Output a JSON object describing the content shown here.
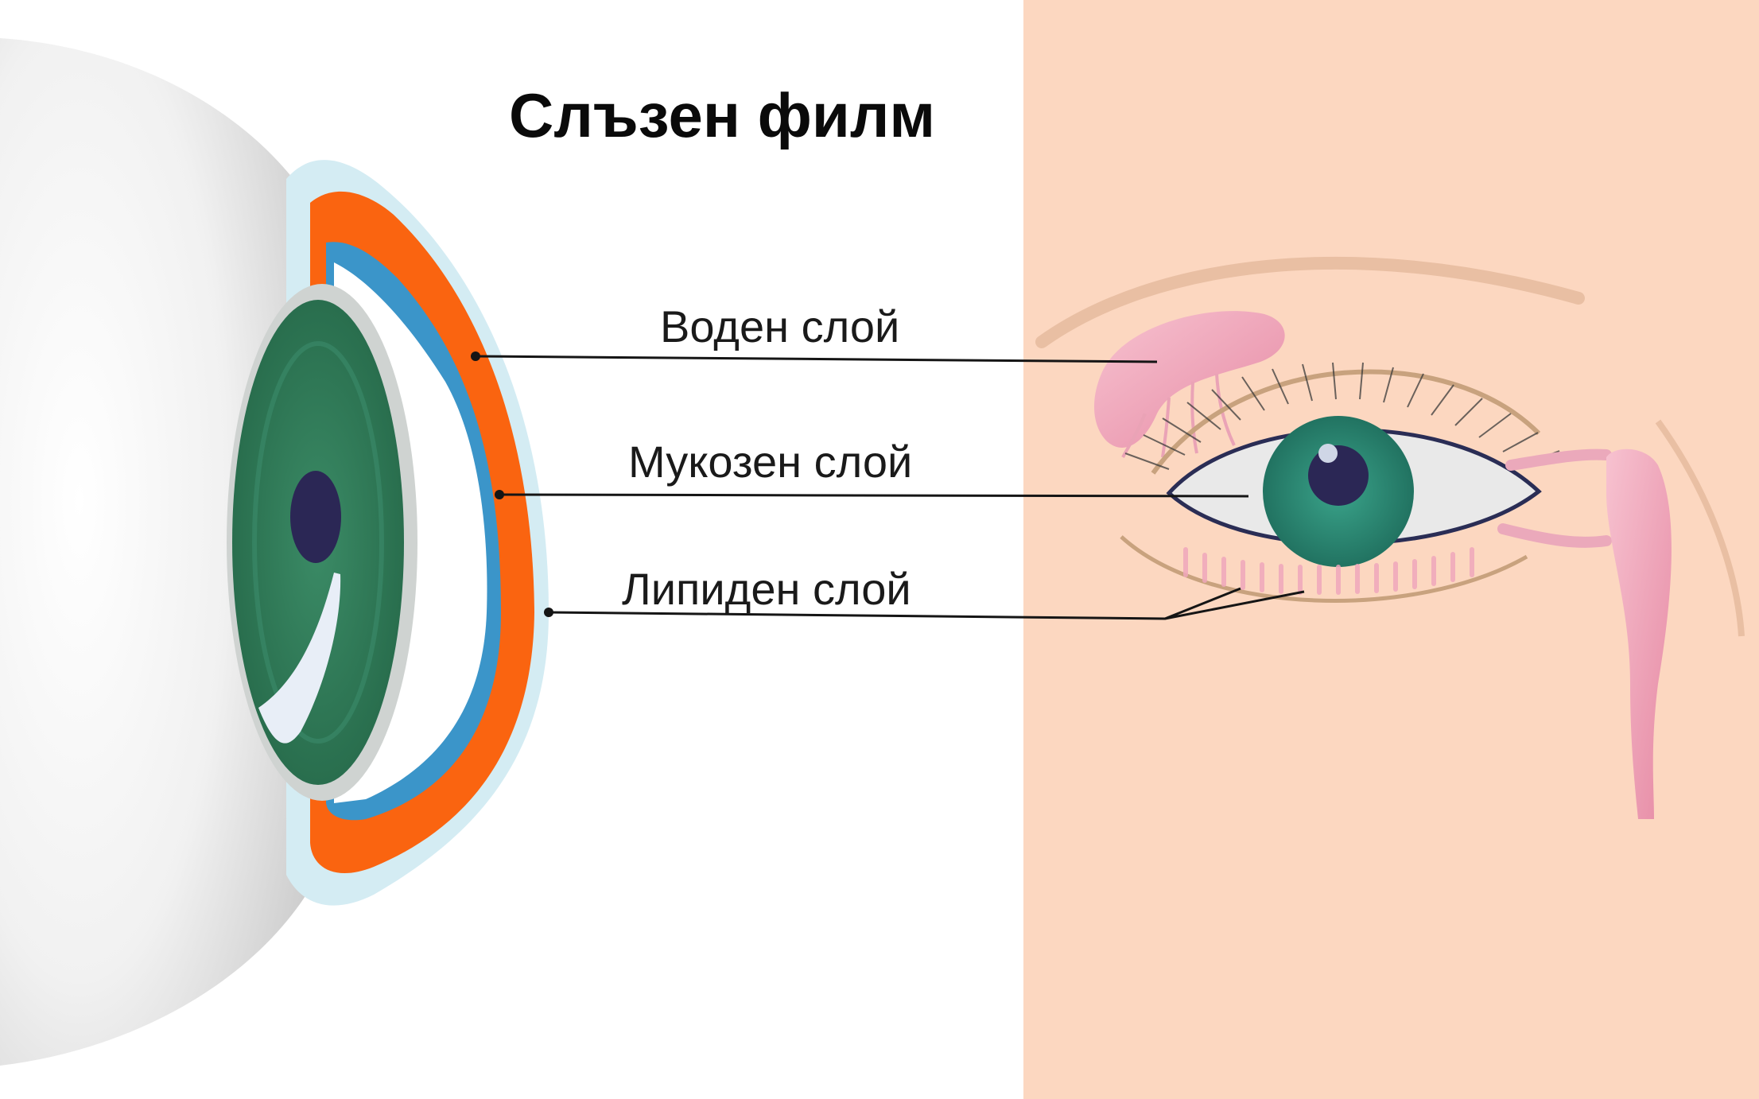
{
  "title": "Слъзен филм",
  "layers": [
    {
      "id": "water",
      "label": "Воден слой",
      "color": "#fa6410"
    },
    {
      "id": "mucin",
      "label": "Мукозен слой",
      "color": "#3b95c9"
    },
    {
      "id": "lipid",
      "label": "Липиден слой",
      "color": "#d4ecf3"
    }
  ],
  "colors": {
    "skin": "#fcd7c0",
    "iris": "#2e7a5a",
    "pupil": "#2b2755",
    "gland": "#f0a7bc",
    "sclera": "#e9e9e9"
  }
}
